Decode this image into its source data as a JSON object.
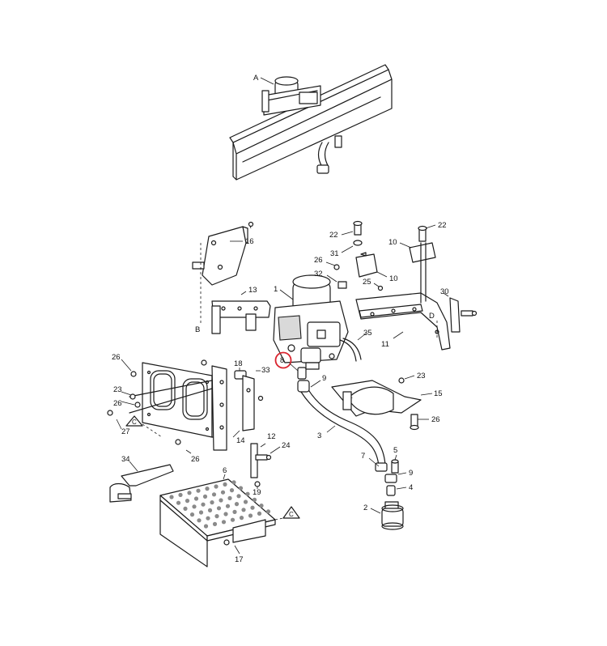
{
  "highlight": {
    "label": "8",
    "ring_color": "#d9232e"
  },
  "callouts": {
    "A": "A",
    "B": "B",
    "C1": "C",
    "C2": "C",
    "D": "D",
    "n1": "1",
    "n2": "2",
    "n3": "3",
    "n4": "4",
    "n5": "5",
    "n6": "6",
    "n7": "7",
    "n9a": "9",
    "n9b": "9",
    "n10a": "10",
    "n10b": "10",
    "n11": "11",
    "n12": "12",
    "n13": "13",
    "n14": "14",
    "n15": "15",
    "n16": "16",
    "n17": "17",
    "n18": "18",
    "n19": "19",
    "n22a": "22",
    "n22b": "22",
    "n23a": "23",
    "n23b": "23",
    "n24": "24",
    "n25": "25",
    "n26a": "26",
    "n26b": "26",
    "n26c": "26",
    "n26d": "26",
    "n27": "27",
    "n30": "30",
    "n31": "31",
    "n32": "32",
    "n33": "33",
    "n34": "34",
    "n35": "35"
  }
}
